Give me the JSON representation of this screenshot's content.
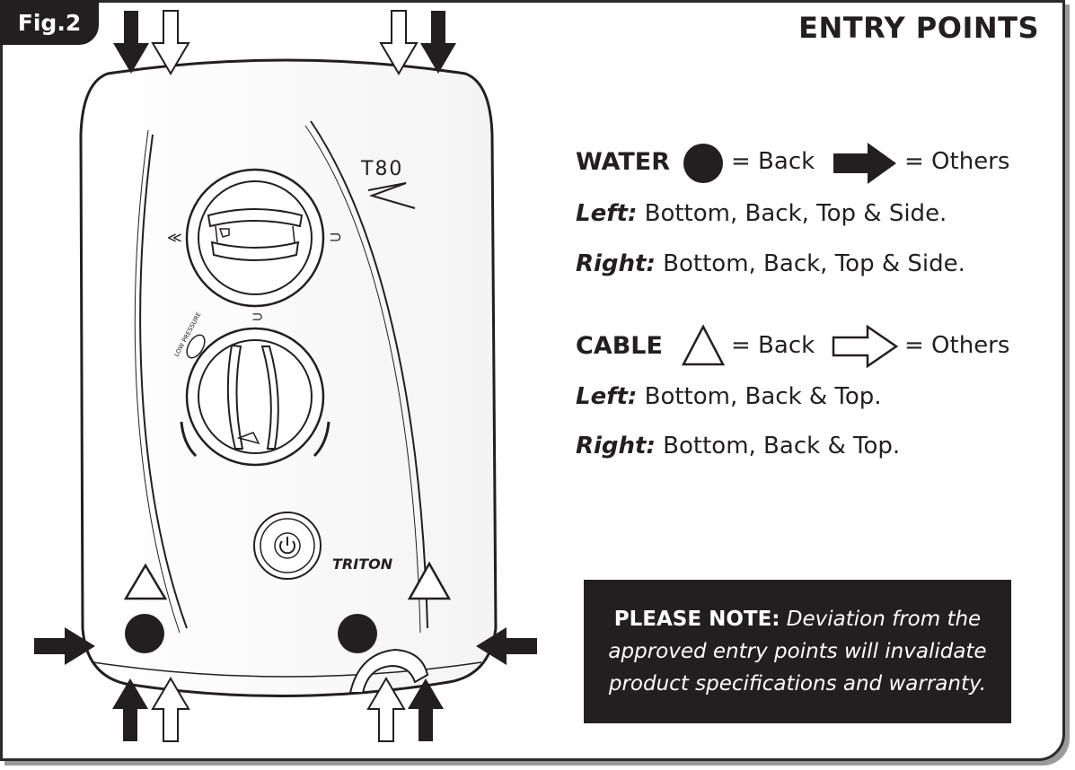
{
  "figure_label": "Fig.2",
  "heading": "ENTRY POINTS",
  "device": {
    "model": "T80",
    "brand": "TRITON",
    "low_pressure_label": "LOW PRESSURE"
  },
  "legend": {
    "water": {
      "title": "WATER",
      "back_text": "= Back",
      "others_text": "= Others",
      "left_label": "Left:",
      "left_text": " Bottom, Back, Top & Side.",
      "right_label": "Right:",
      "right_text": " Bottom, Back, Top & Side."
    },
    "cable": {
      "title": "CABLE",
      "back_text": "= Back",
      "others_text": "= Others",
      "left_label": "Left:",
      "left_text": " Bottom, Back & Top.",
      "right_label": "Right:",
      "right_text": " Bottom, Back & Top."
    }
  },
  "note": {
    "heading": "PLEASE NOTE:",
    "line1": "Deviation from the",
    "line2": "approved entry points will invalidate",
    "line3": "product specifications and warranty."
  },
  "colors": {
    "ink": "#231f20",
    "paper": "#ffffff",
    "shadow": "#9a9a9a"
  }
}
